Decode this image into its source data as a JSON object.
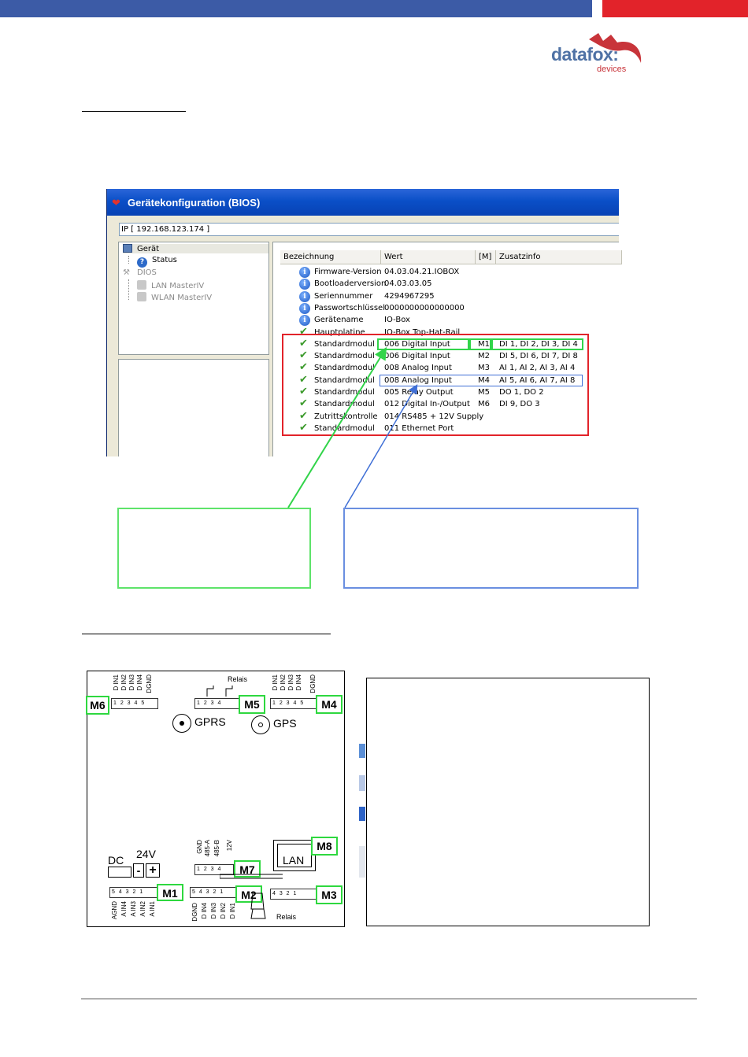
{
  "brand": {
    "logo_text": "datafox:",
    "logo_sub": "devices",
    "blue": "#3c5ba6",
    "red": "#e2232a"
  },
  "window": {
    "title": "Gerätekonfiguration (BIOS)",
    "ip": "IP [ 192.168.123.174 ]",
    "tree": {
      "device": "Gerät",
      "status": "Status",
      "dios": "DIOS",
      "lan": "LAN MasterIV",
      "wlan": "WLAN MasterIV"
    },
    "columns": {
      "name": "Bezeichnung",
      "value": "Wert",
      "m": "[M]",
      "info": "Zusatzinfo"
    },
    "rows": [
      {
        "name": "Firmware-Version",
        "value": "04.03.04.21.IOBOX",
        "m": "",
        "info": "",
        "icon": "info"
      },
      {
        "name": "Bootloaderversion",
        "value": "04.03.03.05",
        "m": "",
        "info": "",
        "icon": "info"
      },
      {
        "name": "Seriennummer",
        "value": "4294967295",
        "m": "",
        "info": "",
        "icon": "info"
      },
      {
        "name": "Passwortschlüssel",
        "value": "0000000000000000",
        "m": "",
        "info": "",
        "icon": "info"
      },
      {
        "name": "Gerätename",
        "value": "IO-Box",
        "m": "",
        "info": "",
        "icon": "info"
      },
      {
        "name": "Hauptplatine",
        "value": "IO-Box Top-Hat-Rail",
        "m": "",
        "info": "",
        "icon": "check"
      },
      {
        "name": "Standardmodul",
        "value": "006 Digital Input",
        "m": "M1",
        "info": "DI 1, DI 2, DI 3, DI 4",
        "icon": "check"
      },
      {
        "name": "Standardmodul",
        "value": "006 Digital Input",
        "m": "M2",
        "info": "DI 5, DI 6, DI 7, DI 8",
        "icon": "check"
      },
      {
        "name": "Standardmodul",
        "value": "008 Analog Input",
        "m": "M3",
        "info": "AI 1, AI 2, AI 3, AI 4",
        "icon": "check"
      },
      {
        "name": "Standardmodul",
        "value": "008 Analog Input",
        "m": "M4",
        "info": "AI 5, AI 6, AI 7, AI 8",
        "icon": "check"
      },
      {
        "name": "Standardmodul",
        "value": "005 Relay Output",
        "m": "M5",
        "info": "DO 1, DO 2",
        "icon": "check"
      },
      {
        "name": "Standardmodul",
        "value": "012 Digital In-/Output",
        "m": "M6",
        "info": "DI 9, DO 3",
        "icon": "check"
      },
      {
        "name": "Zutrittskontrolle",
        "value": "014 RS485 + 12V Supply",
        "m": "",
        "info": "",
        "icon": "check"
      },
      {
        "name": "Standardmodul",
        "value": "011 Ethernet Port",
        "m": "",
        "info": "",
        "icon": "check"
      }
    ]
  },
  "device": {
    "modules": {
      "m1": "M1",
      "m2": "M2",
      "m3": "M3",
      "m4": "M4",
      "m5": "M5",
      "m6": "M6",
      "m7": "M7",
      "m8": "M8"
    },
    "labels": {
      "relais_top": "Relais",
      "relais_bottom": "Relais",
      "gprs": "GPRS",
      "gps": "GPS",
      "lan": "LAN",
      "dc": "DC",
      "v24": "24V",
      "minus": "-",
      "plus": "+"
    },
    "pins": {
      "m6": [
        "D IN1",
        "D IN2",
        "D IN3",
        "D IN4",
        "DGND"
      ],
      "m4": [
        "D IN1",
        "D IN2",
        "D IN3",
        "D IN4",
        "DGND"
      ],
      "m7": [
        "GND",
        "485-A",
        "485-B",
        "12V"
      ],
      "m1": [
        "AGND",
        "A IN4",
        "A IN3",
        "A IN2",
        "A IN1"
      ],
      "m2": [
        "DGND",
        "D IN4",
        "D IN3",
        "D IN2",
        "D IN1"
      ]
    },
    "terminals": {
      "five": "1 2 3 4 5",
      "four": "1 2 3 4",
      "five_rev": "5 4 3 2 1",
      "four_rev": "4 3 2 1"
    }
  }
}
